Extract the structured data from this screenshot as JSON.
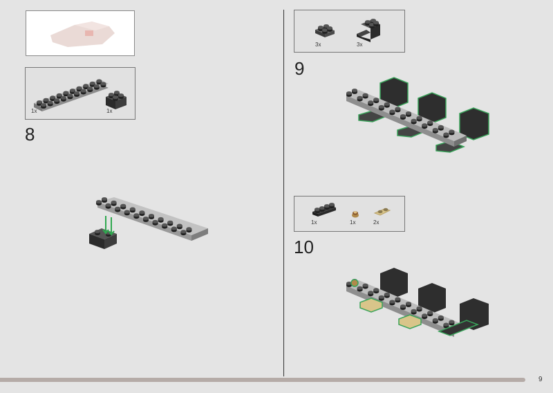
{
  "colors": {
    "background": "#e4e4e4",
    "dark_bluish_gray": "#4a4a4a",
    "light_bluish_gray": "#a8a8a8",
    "black": "#2a2a2a",
    "tan": "#d9c58a",
    "highlight_green": "#3aa35a",
    "progress_bar": "#b5aba7"
  },
  "steps": [
    {
      "number": "8",
      "parts": [
        {
          "name": "plate-2x10",
          "qty": "1x"
        },
        {
          "name": "brick-2x2",
          "qty": "1x"
        }
      ]
    },
    {
      "number": "9",
      "parts": [
        {
          "name": "plate-2x2",
          "qty": "3x"
        },
        {
          "name": "bracket-2x2",
          "qty": "3x"
        }
      ]
    },
    {
      "number": "10",
      "parts": [
        {
          "name": "plate-1x4",
          "qty": "1x"
        },
        {
          "name": "round-plate-1x1",
          "qty": "1x"
        },
        {
          "name": "plate-1x2-rounded",
          "qty": "2x"
        }
      ]
    }
  ],
  "page_number": "9",
  "progress": 0.95
}
